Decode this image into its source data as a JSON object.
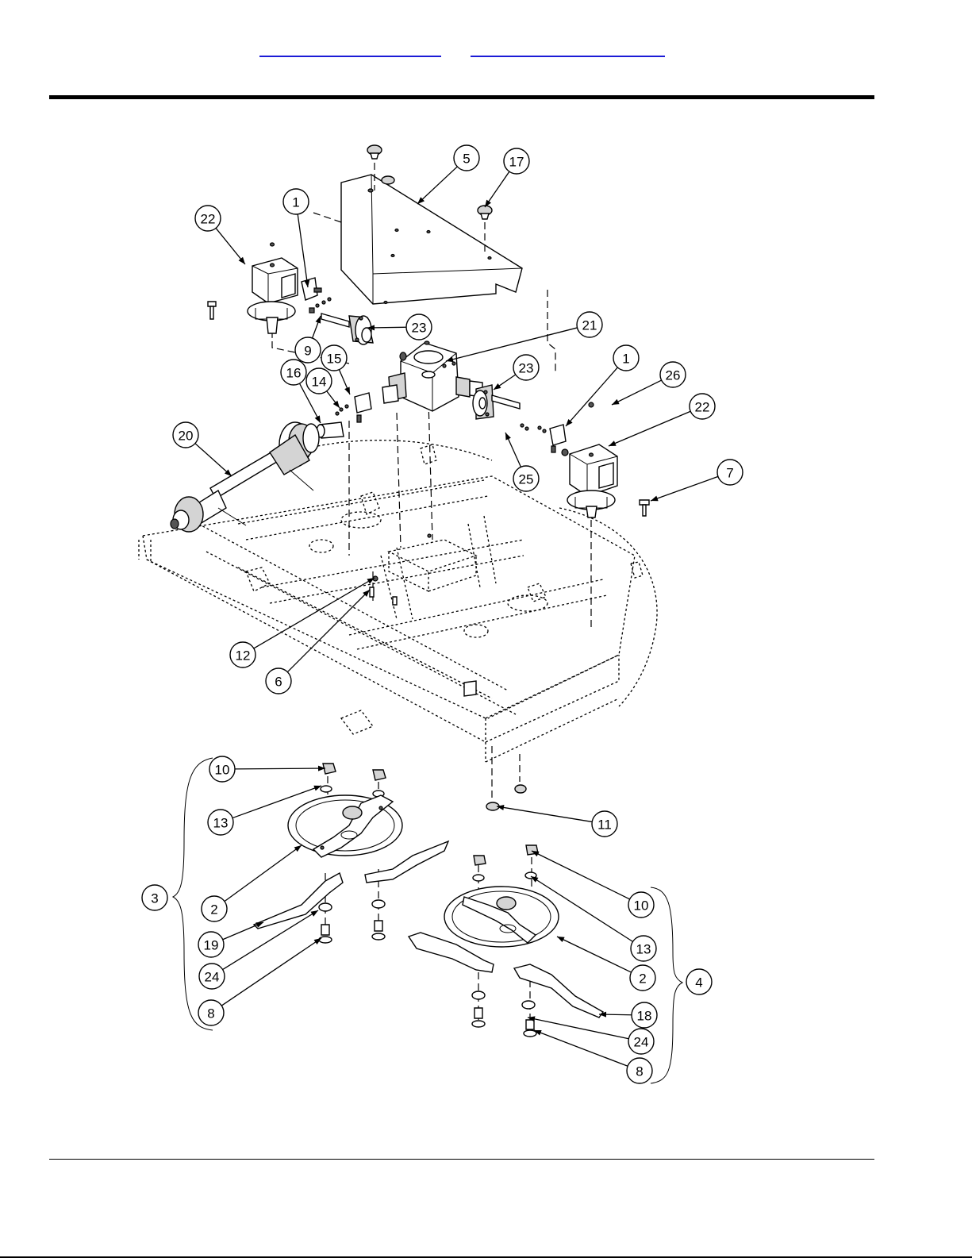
{
  "callouts": [
    {
      "label": "22",
      "leader": [
        [
          309,
          333
        ]
      ]
    },
    {
      "label": "1",
      "leader": [
        [
          388,
          362
        ]
      ]
    },
    {
      "label": "5",
      "leader": [
        [
          526,
          257
        ]
      ]
    },
    {
      "label": "17",
      "leader": [
        [
          611,
          261
        ]
      ]
    },
    {
      "label": "23",
      "leader": [
        [
          463,
          413
        ]
      ]
    },
    {
      "label": "21",
      "leader": [
        [
          562,
          455
        ]
      ]
    },
    {
      "label": "9",
      "leader": [
        [
          404,
          398
        ]
      ]
    },
    {
      "label": "15",
      "leader": [
        [
          441,
          497
        ]
      ]
    },
    {
      "label": "14",
      "leader": [
        [
          428,
          514
        ]
      ]
    },
    {
      "label": "16",
      "leader": [
        [
          404,
          533
        ]
      ]
    },
    {
      "label": "23",
      "leader": [
        [
          622,
          491
        ]
      ]
    },
    {
      "label": "1",
      "leader": [
        [
          713,
          537
        ]
      ]
    },
    {
      "label": "26",
      "leader": [
        [
          771,
          510
        ]
      ]
    },
    {
      "label": "22",
      "leader": [
        [
          767,
          562
        ]
      ]
    },
    {
      "label": "25",
      "leader": [
        [
          637,
          545
        ]
      ]
    },
    {
      "label": "20",
      "leader": [
        [
          292,
          600
        ]
      ]
    },
    {
      "label": "7",
      "leader": [
        [
          820,
          631
        ]
      ]
    },
    {
      "label": "12",
      "leader": [
        [
          472,
          728
        ]
      ]
    },
    {
      "label": "6",
      "leader": [
        [
          466,
          743
        ]
      ]
    },
    {
      "label": "10",
      "leader": [
        [
          410,
          968
        ]
      ]
    },
    {
      "label": "13",
      "leader": [
        [
          405,
          990
        ]
      ]
    },
    {
      "label": "11",
      "leader": [
        [
          626,
          1016
        ]
      ]
    },
    {
      "label": "2",
      "leader": [
        [
          380,
          1065
        ]
      ]
    },
    {
      "label": "3",
      "leader": []
    },
    {
      "label": "19",
      "leader": [
        [
          332,
          1162
        ]
      ]
    },
    {
      "label": "24",
      "leader": [
        [
          401,
          1147
        ]
      ]
    },
    {
      "label": "8",
      "leader": [
        [
          405,
          1182
        ]
      ]
    },
    {
      "label": "10",
      "leader": [
        [
          670,
          1072
        ]
      ]
    },
    {
      "label": "13",
      "leader": [
        [
          669,
          1104
        ]
      ]
    },
    {
      "label": "2",
      "leader": [
        [
          702,
          1180
        ]
      ]
    },
    {
      "label": "4",
      "leader": []
    },
    {
      "label": "18",
      "leader": [
        [
          755,
          1278
        ]
      ]
    },
    {
      "label": "24",
      "leader": [
        [
          665,
          1282
        ]
      ]
    },
    {
      "label": "8",
      "leader": [
        [
          673,
          1298
        ]
      ]
    }
  ]
}
